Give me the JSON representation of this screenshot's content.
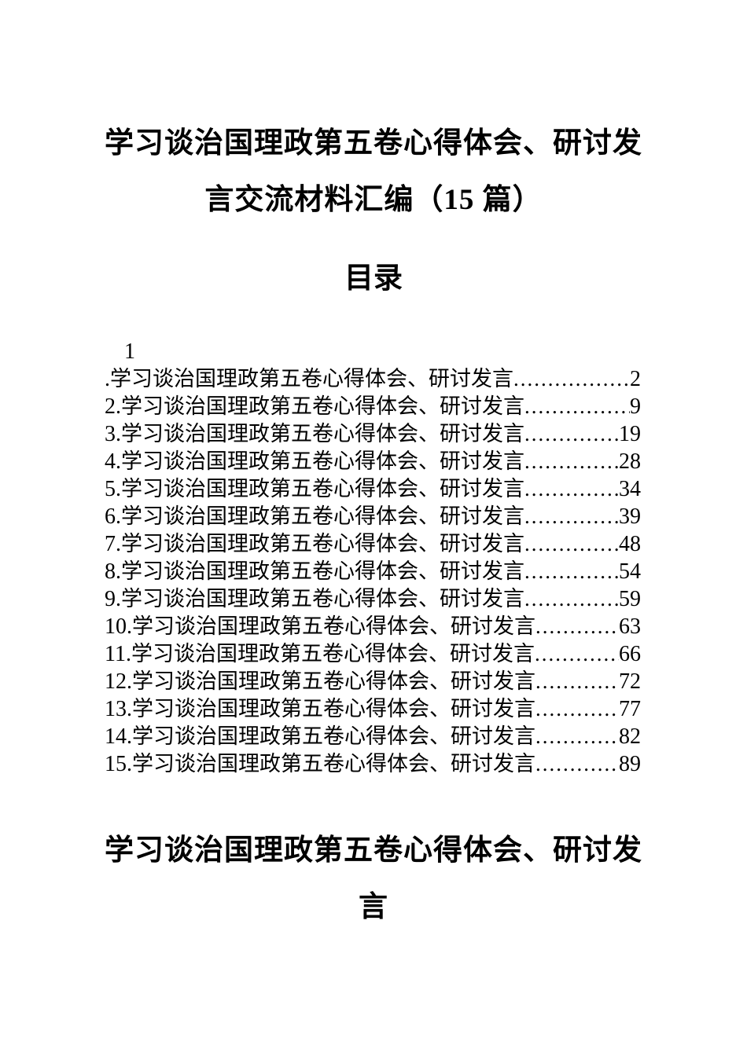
{
  "document": {
    "background_color": "#ffffff",
    "text_color": "#000000",
    "title": {
      "line1": "学习谈治国理政第五卷心得体会、研讨发",
      "line2": "言交流材料汇编（15 篇）"
    },
    "toc": {
      "heading": "目录",
      "orphan_number": "1",
      "entries": [
        {
          "prefix": ".",
          "label": "学习谈治国理政第五卷心得体会、研讨发言",
          "page": "2"
        },
        {
          "prefix": "2.",
          "label": "学习谈治国理政第五卷心得体会、研讨发言",
          "page": "9"
        },
        {
          "prefix": "3.",
          "label": "学习谈治国理政第五卷心得体会、研讨发言",
          "page": "19"
        },
        {
          "prefix": "4.",
          "label": "学习谈治国理政第五卷心得体会、研讨发言",
          "page": "28"
        },
        {
          "prefix": "5.",
          "label": "学习谈治国理政第五卷心得体会、研讨发言",
          "page": "34"
        },
        {
          "prefix": "6.",
          "label": "学习谈治国理政第五卷心得体会、研讨发言",
          "page": "39"
        },
        {
          "prefix": "7.",
          "label": "学习谈治国理政第五卷心得体会、研讨发言",
          "page": "48"
        },
        {
          "prefix": "8.",
          "label": "学习谈治国理政第五卷心得体会、研讨发言",
          "page": "54"
        },
        {
          "prefix": "9.",
          "label": "学习谈治国理政第五卷心得体会、研讨发言",
          "page": "59"
        },
        {
          "prefix": "10.",
          "label": "学习谈治国理政第五卷心得体会、研讨发言",
          "page": "63"
        },
        {
          "prefix": "11.",
          "label": "学习谈治国理政第五卷心得体会、研讨发言",
          "page": "66"
        },
        {
          "prefix": "12.",
          "label": "学习谈治国理政第五卷心得体会、研讨发言",
          "page": "72"
        },
        {
          "prefix": "13.",
          "label": "学习谈治国理政第五卷心得体会、研讨发言",
          "page": "77"
        },
        {
          "prefix": "14.",
          "label": "学习谈治国理政第五卷心得体会、研讨发言",
          "page": "82"
        },
        {
          "prefix": "15.",
          "label": "学习谈治国理政第五卷心得体会、研讨发言",
          "page": "89"
        }
      ]
    },
    "section_heading": {
      "line1": "学习谈治国理政第五卷心得体会、研讨发",
      "line2": "言"
    }
  }
}
